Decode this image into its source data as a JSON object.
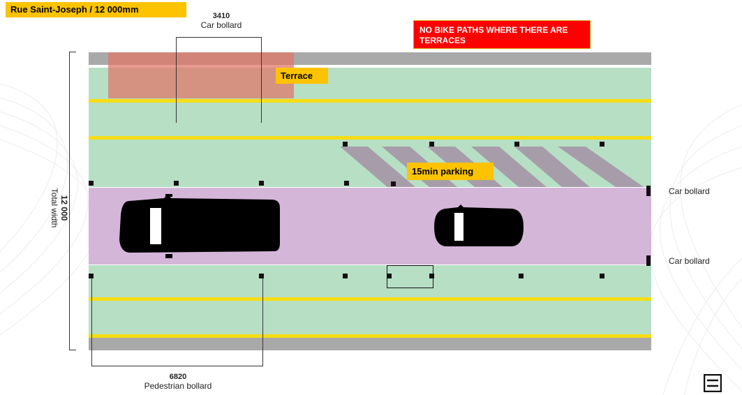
{
  "title": "Rue Saint-Joseph / 12 000mm",
  "warning": "NO BIKE PATHS WHERE THERE ARE TERRACES",
  "labels": {
    "terrace": "Terrace",
    "parking": "15min parking"
  },
  "top_dimension": {
    "value": "3410",
    "label": "Car bollard"
  },
  "bottom_dimension": {
    "value": "6820",
    "label": "Pedestrian bollard"
  },
  "total_width": {
    "value": "12 000",
    "label": "Total width"
  },
  "car_bollard_labels": [
    "Car bollard",
    "Car bollard"
  ],
  "colors": {
    "accent_yellow": "#fdc300",
    "warning_red": "#ff0000",
    "sidewalk_green": "#b7dfc4",
    "roadway_purple": "#d4b6d9",
    "terrace_red": "#e08a7a",
    "line_yellow": "#f6dc13"
  },
  "icons": [
    "car-icon",
    "van-icon",
    "logo-icon"
  ]
}
